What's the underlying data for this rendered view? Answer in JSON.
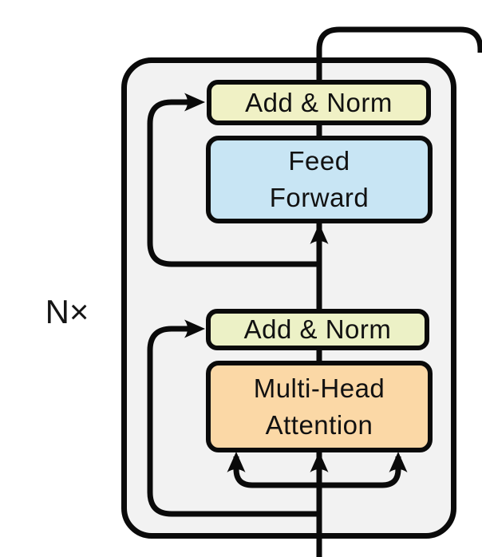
{
  "diagram": {
    "repeat_label": "N×",
    "blocks": {
      "add_norm_top": {
        "label": "Add & Norm",
        "fill": "#f0f1c5"
      },
      "feed_forward": {
        "line1": "Feed",
        "line2": "Forward",
        "fill": "#c8e5f4"
      },
      "add_norm_bottom": {
        "label": "Add & Norm",
        "fill": "#ecf1c6"
      },
      "multi_head_attention": {
        "line1": "Multi-Head",
        "line2": "Attention",
        "fill": "#fbd8a6"
      }
    },
    "colors": {
      "background": "#ffffff",
      "container_fill": "#f2f2f2",
      "line": "#0a0a0a",
      "text": "#111111"
    }
  }
}
